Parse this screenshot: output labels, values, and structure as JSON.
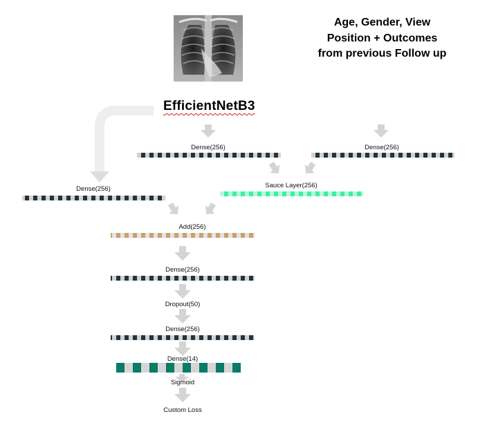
{
  "input_image_alt": "",
  "metadata_input": "Age, Gender, View Position + Outcomes from previous Follow up",
  "backbone": "EfficientNetB3",
  "layers": {
    "dense_backbone": "Dense(256)",
    "dense_meta": "Dense(256)",
    "dense_skip": "Dense(256)",
    "sauce": "Sauce Layer(256)",
    "add": "Add(256)",
    "dense1": "Dense(256)",
    "dropout": "Dropout(50)",
    "dense2": "Dense(256)",
    "dense_out": "Dense(14)",
    "activation": "Sigmoid",
    "loss": "Custom Loss"
  },
  "colors": {
    "dark_bar": "#23343b",
    "sauce_bar": "#3df0a0",
    "add_bar": "#c7a36b",
    "out_bar": "#0b7a66",
    "arrow": "#d4d4d4"
  }
}
